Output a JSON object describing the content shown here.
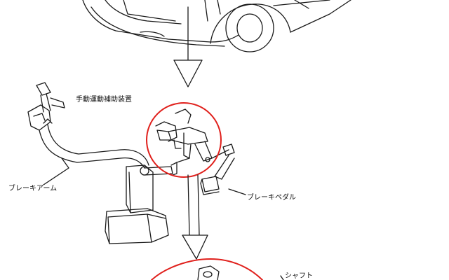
{
  "labels": {
    "assist_device": "手動運動補助装置",
    "brake_arm": "ブレーキアーム",
    "brake_pedal": "ブレーキペダル",
    "shaft": "シャフト"
  },
  "colors": {
    "line": "#1a1a1a",
    "highlight_circle": "#e0201c",
    "background": "#ffffff"
  }
}
